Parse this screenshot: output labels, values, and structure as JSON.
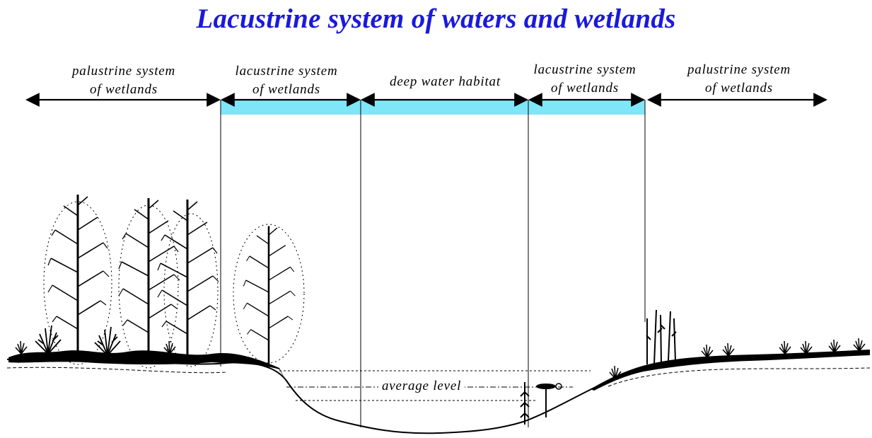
{
  "title": "Lacustrine system of waters and wetlands",
  "zones": [
    {
      "line1": "palustrine system",
      "line2": "of wetlands"
    },
    {
      "line1": "lacustrine system",
      "line2": "of wetlands"
    },
    {
      "line1": "deep water habitat",
      "line2": ""
    },
    {
      "line1": "lacustrine system",
      "line2": "of wetlands"
    },
    {
      "line1": "palustrine system",
      "line2": "of wetlands"
    }
  ],
  "water_level_label": "average level",
  "colors": {
    "title": "#1a1adb",
    "water_band": "#7fe6f8",
    "ink": "#000000"
  },
  "icons": [
    "deciduous-tree-icon",
    "shrub-icon",
    "reed-icon",
    "water-lily-icon",
    "grass-tuft-icon"
  ]
}
